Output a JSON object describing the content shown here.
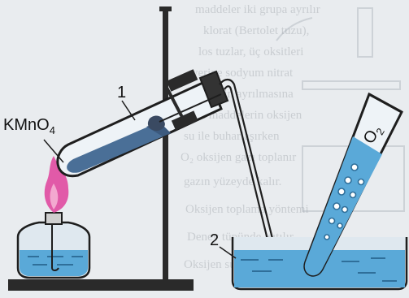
{
  "labels": {
    "reagent": "KMnO",
    "reagent_sub": "4",
    "gas": "O",
    "gas_sub": "2",
    "callout_1": "1",
    "callout_2": "2"
  },
  "background_text": [
    "maddeler iki grupa ayrılır",
    "klorat (Bertolet tuzu),",
    "los tuzlar, üç oksitleri",
    "yerine sodyum nitrat",
    "oksijenin ayrılmasına",
    "bazı maddelerin oksijen",
    "su ile buharlaşırken",
    "O₂ oksijen gazı toplanır",
    "gazın yüzeyde kalır.",
    "Oksijen toplama yöntemi",
    "Deney tüpünde ısıtılır",
    "Oksijen suda az çözünür"
  ],
  "colors": {
    "background": "#e9ecef",
    "liquid": "#5aa9d8",
    "powder": "#4a6f97",
    "flame": "#e04aa0",
    "outline": "#1e1e1e",
    "stand": "#2a2a2a"
  }
}
